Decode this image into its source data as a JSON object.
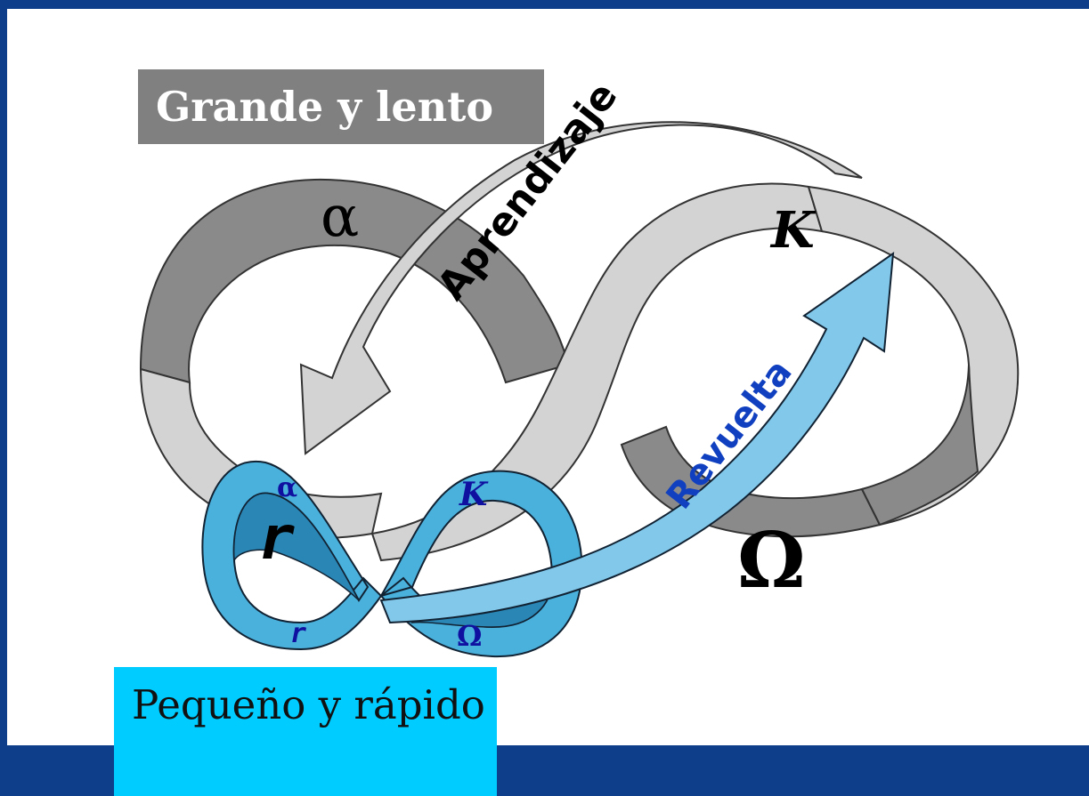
{
  "labels": {
    "large_slow": "Grande y lento",
    "small_fast": "Pequeño y rápido",
    "learning": "Aprendizaje",
    "revolt": "Revuelta"
  },
  "big_loop": {
    "alpha": "α",
    "k": "K",
    "omega": "Ω",
    "r": "r"
  },
  "small_loop": {
    "alpha": "α",
    "k": "K",
    "omega": "Ω",
    "r": "r"
  },
  "colors": {
    "background": "#0e3e8a",
    "slide": "#ffffff",
    "big_loop_light": "#d3d3d3",
    "big_loop_dark": "#8a8a8a",
    "small_loop_light": "#4ab0dc",
    "small_loop_dark": "#2a86b5",
    "revolt_arrow": "#82c8ea",
    "revolt_text": "#1040c0",
    "large_box": "#808080",
    "small_box": "#00ccff"
  }
}
